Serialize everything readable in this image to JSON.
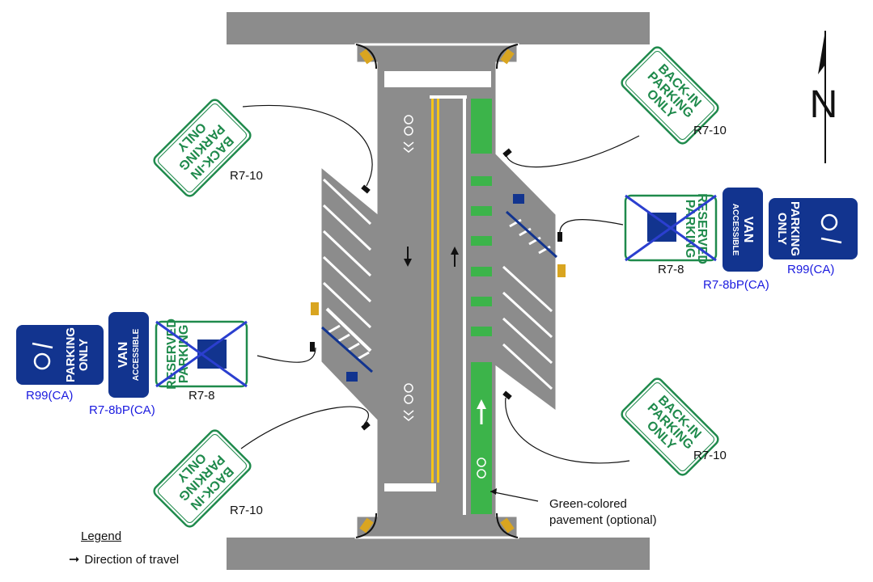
{
  "labels": {
    "r7_10_nw": "R7-10",
    "r7_10_ne": "R7-10",
    "r7_10_se": "R7-10",
    "r7_10_sw": "R7-10",
    "r7_8_east": "R7-8",
    "r7_8_west": "R7-8",
    "r7_8bp_east": "R7-8bP(CA)",
    "r7_8bp_west": "R7-8bP(CA)",
    "r99_east": "R99(CA)",
    "r99_west": "R99(CA)",
    "green_pavement_line1": "Green-colored",
    "green_pavement_line2": "pavement (optional)"
  },
  "signs": {
    "backin": {
      "line1": "BACK-IN",
      "line2": "PARKING",
      "line3": "ONLY"
    },
    "r99": {
      "line1": "PARKING",
      "line2": "ONLY"
    },
    "van": {
      "line1": "VAN",
      "line2": "ACCESSIBLE"
    },
    "reserved": {
      "line1": "RESERVED",
      "line2": "PARKING"
    }
  },
  "north": "N",
  "legend": {
    "title": "Legend",
    "direction": "Direction of travel"
  },
  "colors": {
    "road": "#8c8c8c",
    "bike_lane": "#3cb44a",
    "centerline": "#f5c518",
    "sign_green": "#1f8a4c",
    "sign_blue": "#12348f",
    "label_blue": "#1a1adf",
    "cross_out": "#2b3fcf"
  },
  "icons": [
    "north-arrow-icon",
    "bicycle-icon",
    "wheelchair-icon",
    "direction-arrow-icon"
  ]
}
